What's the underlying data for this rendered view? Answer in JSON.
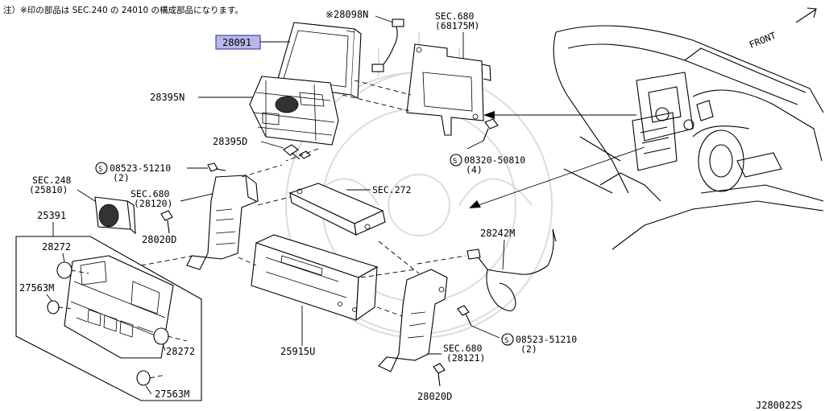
{
  "note": "注）※印の部品は SEC.240 の 24010 の構成部品になります。",
  "diagram_id": "J280022S",
  "front_label": "FRONT",
  "parts": {
    "p28091": "28091",
    "p28098N": "※28098N",
    "sec680_68175M_a": "SEC.680",
    "sec680_68175M_b": "(68175M)",
    "p28395N": "28395N",
    "p28395D": "28395D",
    "s08320_50810_a": "08320-50810",
    "s08320_50810_b": "(4)",
    "s08523_51210_top_a": "08523-51210",
    "s08523_51210_top_b": "(2)",
    "sec248_a": "SEC.248",
    "sec248_b": "(25810)",
    "sec680_28120_a": "SEC.680",
    "sec680_28120_b": "(28120)",
    "sec272": "SEC.272",
    "p25391": "25391",
    "p28020D_left": "28020D",
    "p28272_top": "28272",
    "p27563M_top": "27563M",
    "p28242M": "28242M",
    "p25915U": "25915U",
    "s08523_51210_right_a": "08523-51210",
    "s08523_51210_right_b": "(2)",
    "sec680_28121_a": "SEC.680",
    "sec680_28121_b": "(28121)",
    "p28272_bottom": "28272",
    "p27563M_bottom": "27563M",
    "p28020D_bottom": "28020D",
    "s_mark": "S"
  }
}
